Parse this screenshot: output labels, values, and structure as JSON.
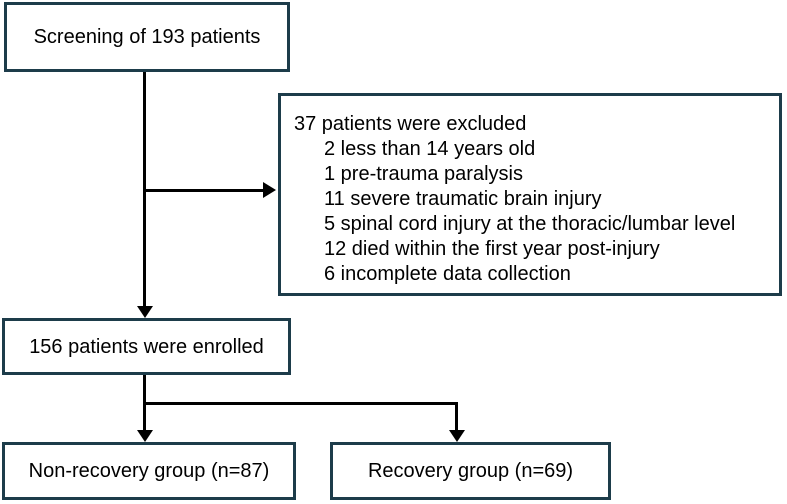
{
  "flow": {
    "screening": {
      "label": "Screening of 193 patients"
    },
    "excluded": {
      "title": "37 patients were excluded",
      "items": [
        "2 less than 14 years old",
        "1 pre-trauma paralysis",
        "11 severe traumatic brain injury",
        "5 spinal cord injury at the thoracic/lumbar level",
        "12 died within the first year post-injury",
        "6 incomplete data collection"
      ]
    },
    "enrolled": {
      "label": "156 patients were enrolled"
    },
    "non_recovery": {
      "label": "Non-recovery group (n=87)"
    },
    "recovery": {
      "label": "Recovery group (n=69)"
    },
    "colors": {
      "box_border": "#1d3c4a",
      "connector": "#000000",
      "text": "#000000",
      "background": "#ffffff"
    }
  }
}
